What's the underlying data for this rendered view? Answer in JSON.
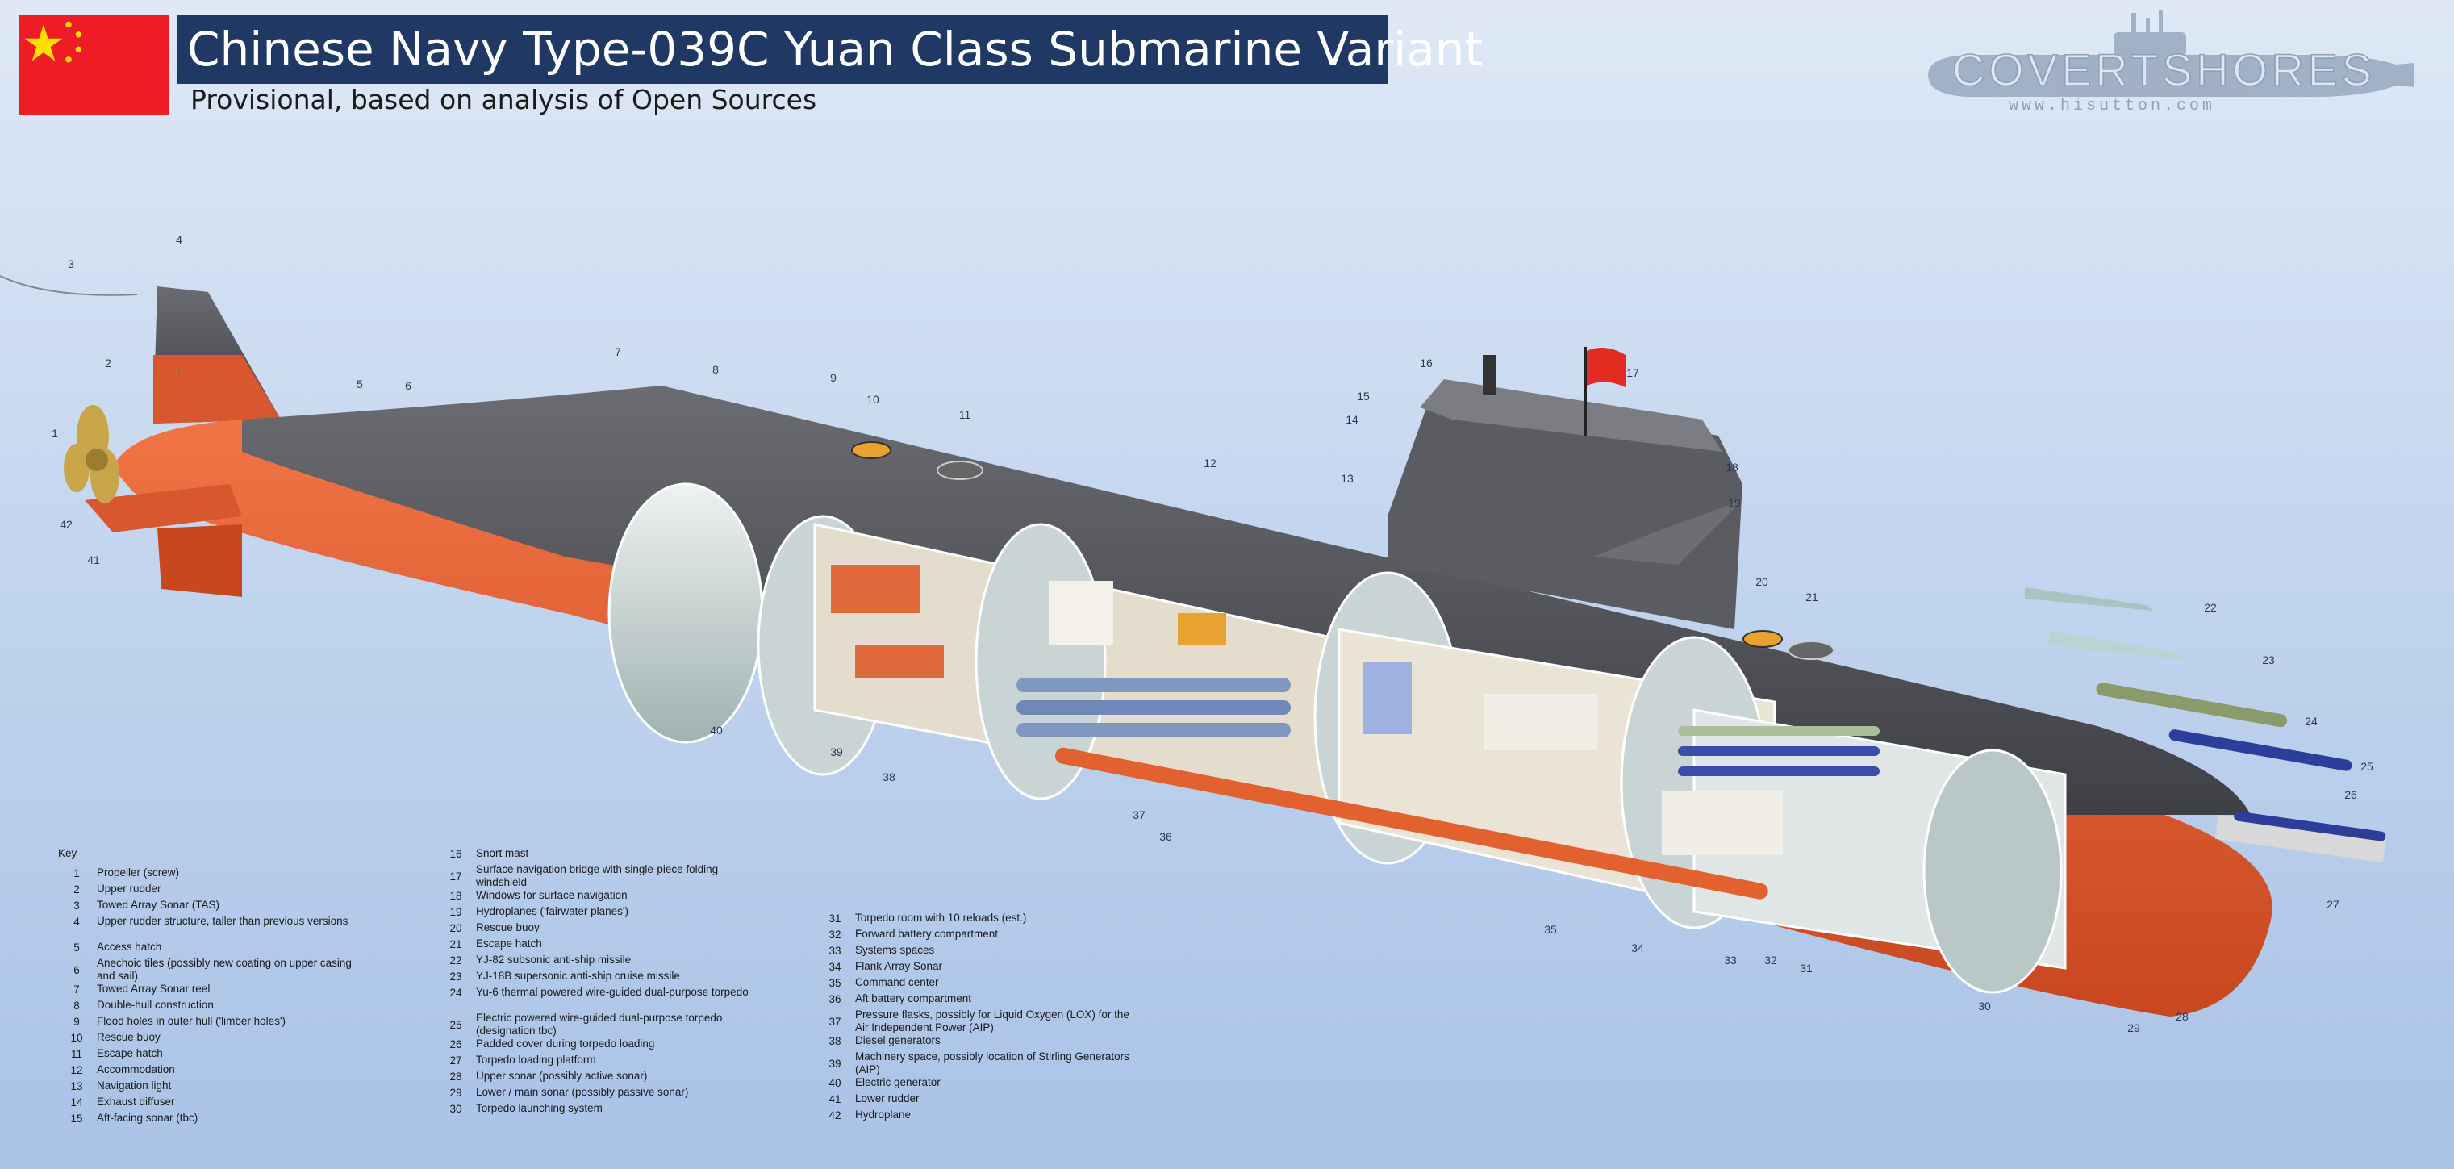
{
  "title": "Chinese Navy Type-039C Yuan Class Submarine Variant",
  "subtitle": "Provisional, based on analysis of Open Sources",
  "logo": {
    "text": "COVERTSHORES",
    "url_text": "www.hisutton.com"
  },
  "colors": {
    "title_bg": "#1f3864",
    "hull_dark": "#4d4f55",
    "hull_red": "#e4623a",
    "flag_red": "#ee1c25",
    "flag_star": "#ffde00"
  },
  "callouts": [
    "1",
    "2",
    "3",
    "4",
    "5",
    "6",
    "7",
    "8",
    "9",
    "10",
    "11",
    "12",
    "13",
    "14",
    "15",
    "16",
    "17",
    "18",
    "19",
    "20",
    "21",
    "22",
    "23",
    "24",
    "25",
    "26",
    "27",
    "28",
    "29",
    "30",
    "31",
    "32",
    "33",
    "34",
    "35",
    "36",
    "37",
    "38",
    "39",
    "40",
    "41",
    "42"
  ],
  "key": {
    "title": "Key",
    "items": [
      {
        "num": "1",
        "label": "Propeller (screw)"
      },
      {
        "num": "2",
        "label": "Upper rudder"
      },
      {
        "num": "3",
        "label": "Towed Array Sonar (TAS)"
      },
      {
        "num": "4",
        "label": "Upper rudder structure, taller than previous versions"
      },
      {
        "num": "5",
        "label": "Access hatch"
      },
      {
        "num": "6",
        "label": "Anechoic tiles (possibly new coating on upper casing and sail)"
      },
      {
        "num": "7",
        "label": "Towed Array Sonar reel"
      },
      {
        "num": "8",
        "label": "Double-hull construction"
      },
      {
        "num": "9",
        "label": "Flood holes in outer hull ('limber holes')"
      },
      {
        "num": "10",
        "label": "Rescue buoy"
      },
      {
        "num": "11",
        "label": "Escape hatch"
      },
      {
        "num": "12",
        "label": "Accommodation"
      },
      {
        "num": "13",
        "label": "Navigation light"
      },
      {
        "num": "14",
        "label": "Exhaust diffuser"
      },
      {
        "num": "15",
        "label": "Aft-facing sonar (tbc)"
      },
      {
        "num": "16",
        "label": "Snort mast"
      },
      {
        "num": "17",
        "label": "Surface navigation bridge with single-piece folding windshield"
      },
      {
        "num": "18",
        "label": "Windows for surface navigation"
      },
      {
        "num": "19",
        "label": "Hydroplanes ('fairwater planes')"
      },
      {
        "num": "20",
        "label": "Rescue buoy"
      },
      {
        "num": "21",
        "label": "Escape hatch"
      },
      {
        "num": "22",
        "label": "YJ-82 subsonic anti-ship missile"
      },
      {
        "num": "23",
        "label": "YJ-18B supersonic anti-ship cruise missile"
      },
      {
        "num": "24",
        "label": "Yu-6 thermal powered wire-guided dual-purpose torpedo"
      },
      {
        "num": "25",
        "label": "Electric powered wire-guided dual-purpose torpedo (designation tbc)"
      },
      {
        "num": "26",
        "label": "Padded cover during torpedo loading"
      },
      {
        "num": "27",
        "label": "Torpedo loading platform"
      },
      {
        "num": "28",
        "label": "Upper sonar (possibly active sonar)"
      },
      {
        "num": "29",
        "label": "Lower / main sonar (possibly passive sonar)"
      },
      {
        "num": "30",
        "label": "Torpedo launching system"
      },
      {
        "num": "31",
        "label": "Torpedo room with 10 reloads (est.)"
      },
      {
        "num": "32",
        "label": "Forward battery compartment"
      },
      {
        "num": "33",
        "label": "Systems spaces"
      },
      {
        "num": "34",
        "label": "Flank Array Sonar"
      },
      {
        "num": "35",
        "label": "Command center"
      },
      {
        "num": "36",
        "label": "Aft battery compartment"
      },
      {
        "num": "37",
        "label": "Pressure flasks, possibly for Liquid Oxygen (LOX) for the Air Independent Power (AIP)"
      },
      {
        "num": "38",
        "label": "Diesel generators"
      },
      {
        "num": "39",
        "label": "Machinery space, possibly location of Stirling Generators (AIP)"
      },
      {
        "num": "40",
        "label": "Electric generator"
      },
      {
        "num": "41",
        "label": "Lower rudder"
      },
      {
        "num": "42",
        "label": "Hydroplane"
      }
    ]
  }
}
